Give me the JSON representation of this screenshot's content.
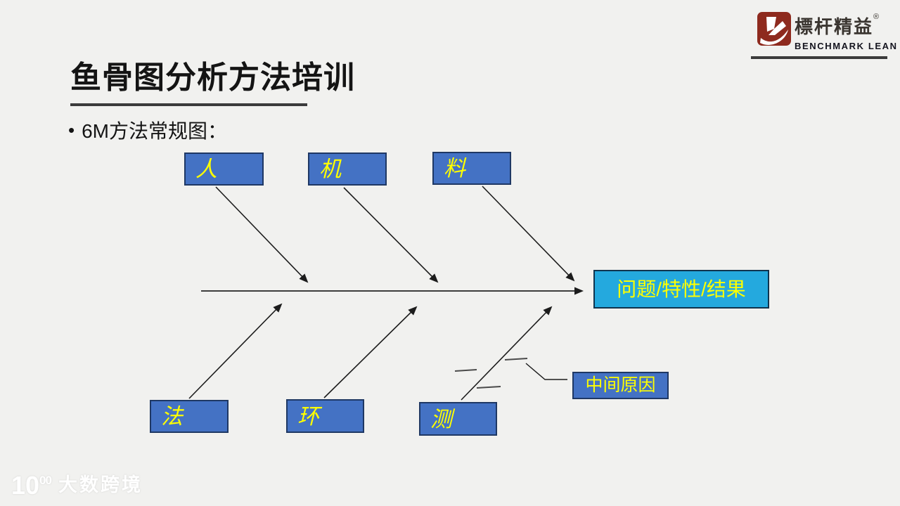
{
  "slide": {
    "title": "鱼骨图分析方法培训",
    "bullet_marker": "•",
    "bullet_text": "6M方法常规图：",
    "background_color": "#F1F1EF"
  },
  "logo": {
    "brand_cn": "標杆精益",
    "registered_mark": "®",
    "brand_en": "BENCHMARK LEAN",
    "icon_color": "#8E2A1E"
  },
  "diagram": {
    "box_fill": "#4472C4",
    "box_border": "#1F3864",
    "label_color": "#FFFF00",
    "result_fill": "#24A9DE",
    "branches": [
      {
        "id": "man",
        "label": "人"
      },
      {
        "id": "machine",
        "label": "机"
      },
      {
        "id": "material",
        "label": "料"
      },
      {
        "id": "method",
        "label": "法"
      },
      {
        "id": "environment",
        "label": "环"
      },
      {
        "id": "measurement",
        "label": "测"
      }
    ],
    "result_label": "问题/特性/结果",
    "intermediate_label": "中间原因"
  },
  "watermark": {
    "mark": "10",
    "mark_sup": "00",
    "text": "大数跨境"
  }
}
